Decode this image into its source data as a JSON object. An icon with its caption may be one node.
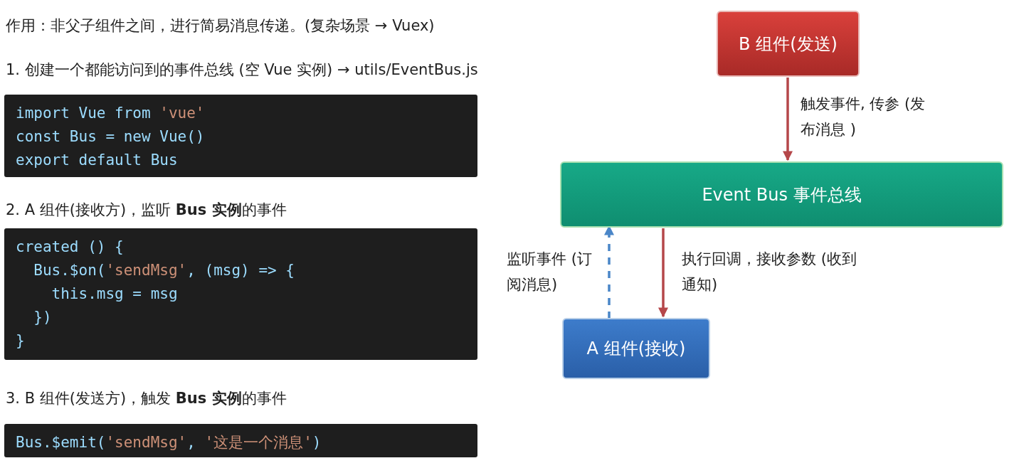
{
  "diagram": {
    "nodes": [
      {
        "text": [
          "import Vue from 'vue'",
          "const Bus = new Vue()",
          "export default Bus"
        ]
      },
      {
        "text": [
          "created () {",
          "  Bus.$on('sendMsg', (msg) => {",
          "    this.msg = msg",
          "  })",
          "}"
        ]
      },
      {
        "text": [
          "Bus.$emit('sendMsg', '这是一个消息')"
        ]
      },
      {
        "text": [
          "B 组件(发送)"
        ]
      },
      {
        "text": [
          "Event Bus  事件总线"
        ]
      },
      {
        "text": [
          "A 组件(接收)"
        ]
      }
    ],
    "edges": [
      {
        "from": 3,
        "to": 4,
        "arrow": "to",
        "label": "触发事件, 传参 (发布消息 )"
      },
      {
        "from": 4,
        "to": 5,
        "arrow": "to",
        "label": "执行回调，接收参数 (收到通知)"
      },
      {
        "from": 5,
        "to": 4,
        "arrow": "to",
        "label": "监听事件 (订阅消息)",
        "style": "dashed",
        "color": "#4a86c8"
      }
    ],
    "labels": [
      "作用：非父子组件之间，进行简易消息传递。(复杂场景 → Vuex)",
      "1. 创建一个都能访问到的事件总线 (空 Vue 实例)  →  utils/EventBus.js",
      "2. A 组件(接收方)，监听 **Bus 实例**的事件",
      "3. B 组件(发送方)，触发 **Bus 实例**的事件"
    ]
  }
}
